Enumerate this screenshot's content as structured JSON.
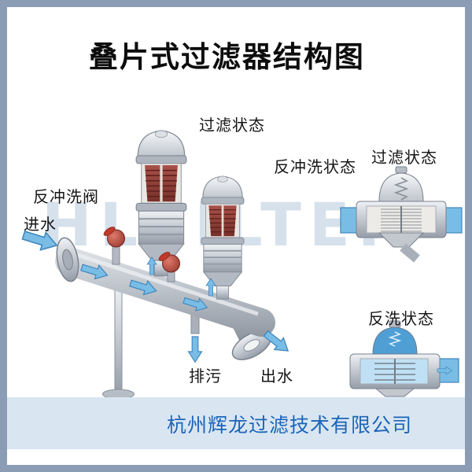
{
  "page": {
    "title": "叠片式过滤器结构图",
    "watermark": "HLFILTER",
    "company": "杭州辉龙过滤技术有限公司"
  },
  "labels": {
    "filtering_state": "过滤状态",
    "backwash_state": "反冲洗状态",
    "backwash_valve": "反冲洗阀",
    "water_inlet": "进水",
    "drain": "排污",
    "water_outlet": "出水",
    "detail_filtering_state": "过滤状态",
    "detail_backwash_state": "反洗状态"
  },
  "colors": {
    "frame": "#8a9db5",
    "footer_band": "#d9e6f2",
    "company_text": "#1c64b8",
    "watermark": "#b5c9dd",
    "water": "#79bde6",
    "water_dark": "#3f86bd",
    "disc_red": "#8e3c34",
    "metal": "#c2c8d0"
  }
}
